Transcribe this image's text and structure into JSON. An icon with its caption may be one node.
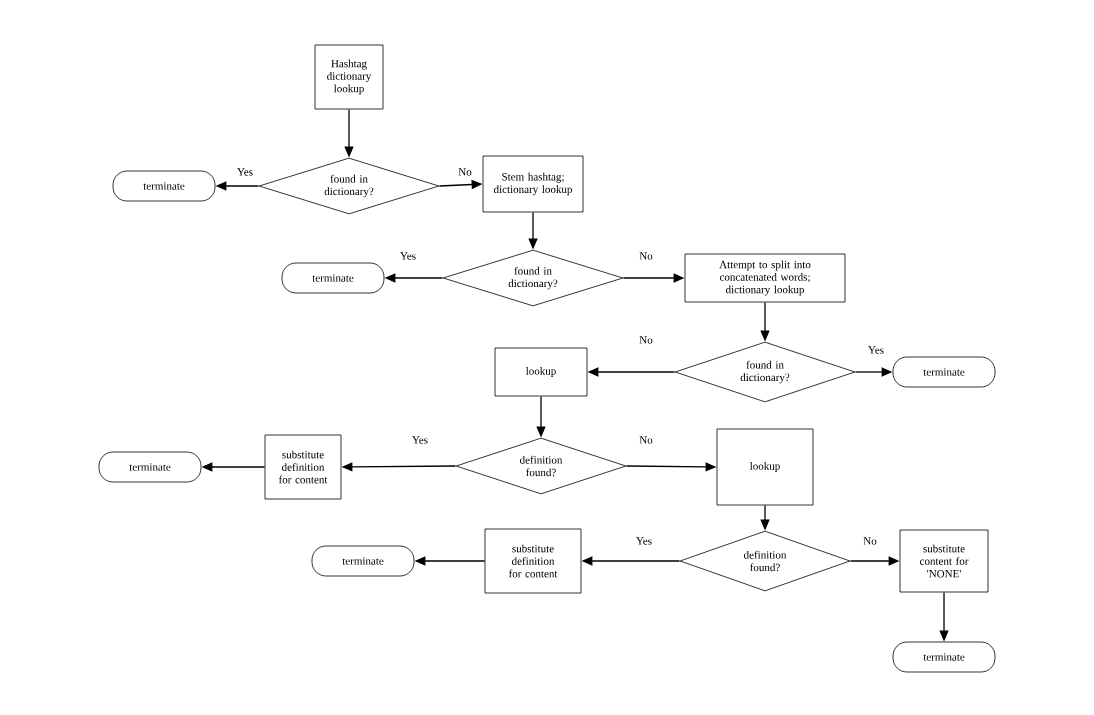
{
  "diagram": {
    "nodes": [
      {
        "text": [
          "Hashtag dictionary lookup"
        ]
      },
      {
        "text": [
          "found in dictionary?"
        ]
      },
      {
        "text": [
          "terminate"
        ]
      },
      {
        "text": [
          "Stem hashtag; dictionary lookup"
        ]
      },
      {
        "text": [
          "found in dictionary?"
        ]
      },
      {
        "text": [
          "terminate"
        ]
      },
      {
        "text": [
          "Attempt to split into concatenated words; dictionary lookup"
        ]
      },
      {
        "text": [
          "found in dictionary?"
        ]
      },
      {
        "text": [
          "lookup"
        ]
      },
      {
        "text": [
          "terminate"
        ]
      },
      {
        "text": [
          "definition found?"
        ]
      },
      {
        "text": [
          "substitute definition for content"
        ]
      },
      {
        "text": [
          "terminate"
        ]
      },
      {
        "text": [
          "lookup"
        ]
      },
      {
        "text": [
          "definition found?"
        ]
      },
      {
        "text": [
          "substitute definition for content"
        ]
      },
      {
        "text": [
          "terminate"
        ]
      },
      {
        "text": [
          "substitute content for 'NONE'"
        ]
      },
      {
        "text": [
          "terminate"
        ]
      }
    ],
    "edges": [
      {
        "from": 0,
        "to": 1,
        "arrow": "to"
      },
      {
        "from": 1,
        "to": 2,
        "arrow": "to",
        "label": "Yes"
      },
      {
        "from": 1,
        "to": 3,
        "arrow": "to",
        "label": "No"
      },
      {
        "from": 3,
        "to": 4,
        "arrow": "to"
      },
      {
        "from": 4,
        "to": 5,
        "arrow": "to",
        "label": "Yes"
      },
      {
        "from": 4,
        "to": 6,
        "arrow": "to",
        "label": "No"
      },
      {
        "from": 6,
        "to": 7,
        "arrow": "to"
      },
      {
        "from": 7,
        "to": 8,
        "arrow": "to",
        "label": "No"
      },
      {
        "from": 7,
        "to": 9,
        "arrow": "to",
        "label": "Yes"
      },
      {
        "from": 8,
        "to": 10,
        "arrow": "to"
      },
      {
        "from": 10,
        "to": 11,
        "arrow": "to",
        "label": "Yes"
      },
      {
        "from": 11,
        "to": 12,
        "arrow": "to"
      },
      {
        "from": 10,
        "to": 13,
        "arrow": "to",
        "label": "No"
      },
      {
        "from": 13,
        "to": 14,
        "arrow": "to"
      },
      {
        "from": 14,
        "to": 15,
        "arrow": "to",
        "label": "Yes"
      },
      {
        "from": 15,
        "to": 16,
        "arrow": "to"
      },
      {
        "from": 14,
        "to": 17,
        "arrow": "to",
        "label": "No"
      },
      {
        "from": 17,
        "to": 18,
        "arrow": "to"
      }
    ]
  }
}
